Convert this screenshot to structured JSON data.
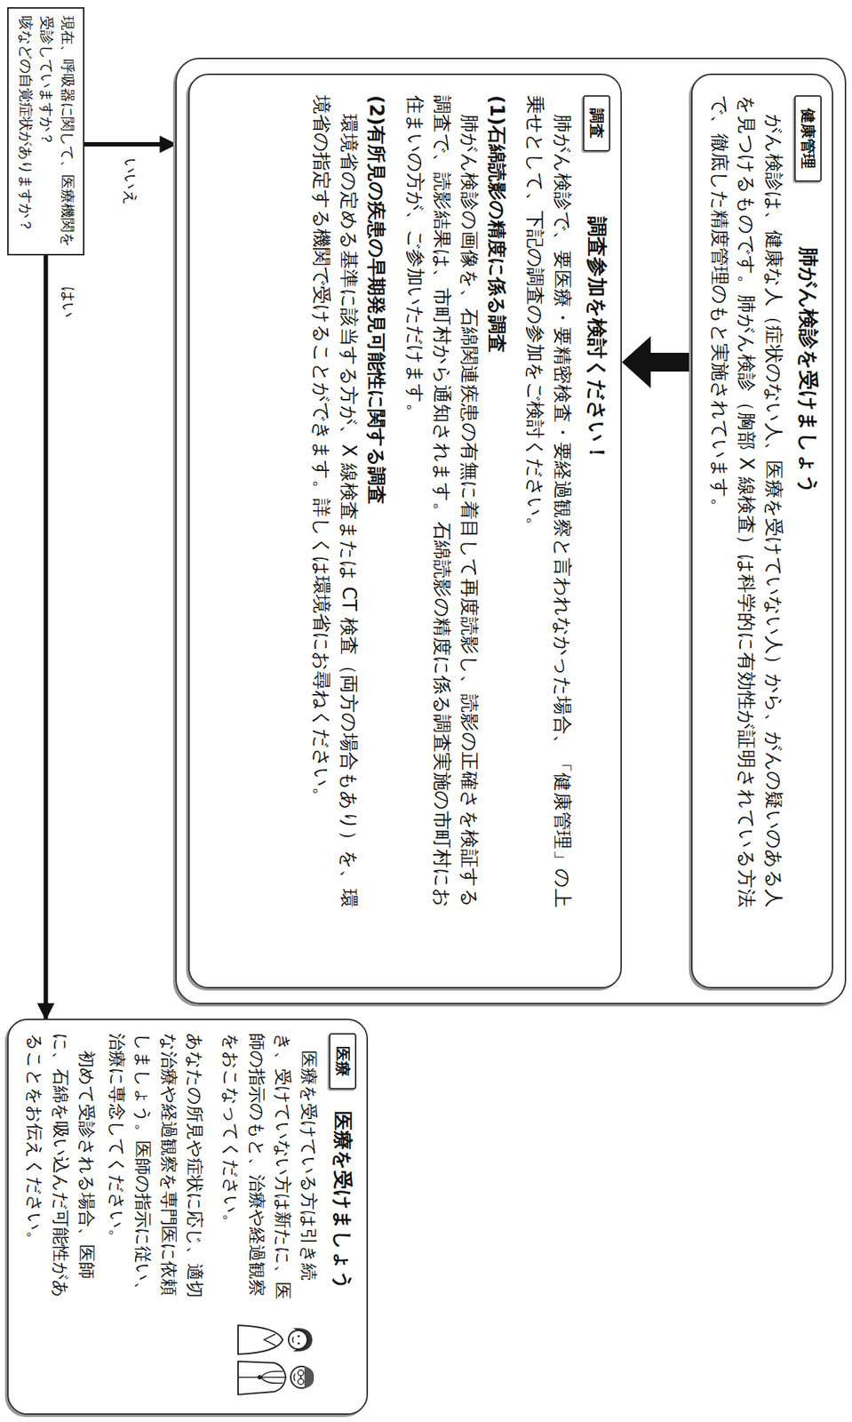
{
  "diagram": {
    "nodes": [
      {
        "text": [
          "現在、呼吸器に関して、医療機関を受診していますか？",
          "咳などの自覚症状がありますか？"
        ]
      },
      {
        "text": []
      },
      {
        "text": [
          "健康管理",
          "肺がん検診を受けましょう",
          "がん検診は、健康な人（症状のない人、医療を受けていない人）から、がんの疑いのある人を見つけるものです。肺がん検診（胸部 X 線検査）は科学的に有効性が証明されている方法で、徹底した精度管理のもと実施されています。"
        ],
        "in": 1
      },
      {
        "text": [
          "調査",
          "調査参加を検討ください！",
          "肺がん検診で、要医療・要精密検査・要経過観察と言われなかった場合、「健康管理」の上乗せとして、下記の調査の参加をご検討ください。",
          "(1)石綿読影の精度に係る調査",
          "肺がん検診の画像を、石綿関連疾患の有無に着目して再度読影し、読影の正確さを検証する調査で、読影結果は、市町村から通知されます。石綿読影の精度に係る調査実施の市町村にお住まいの方が、ご参加いただけます。",
          "(2)有所見の疾患の早期発見可能性に関する調査",
          "環境省の定める基準に該当する方が、X 線検査または CT 検査（両方の場合もあり）を、環境省の指定する機関で受けることができます。詳しくは環境省にお尋ねください。"
        ],
        "in": 1
      },
      {
        "text": [
          "医療",
          "医療を受けましょう",
          "医療を受けている方は引き続き、受けていない方は新たに、医師の指示のもと、治療や経過観察をおこなってください。",
          "あなたの所見や症状に応じ、適切な治療や経過観察を専門医に依頼しましょう。医師の指示に従い、治療に専念してください。",
          "初めて受診される場合、医師に、石綿を吸い込んだ可能性があることをお伝えください。"
        ]
      }
    ],
    "edges": [
      {
        "from": 0,
        "to": 4,
        "label": "はい",
        "arrow": "to"
      },
      {
        "from": 0,
        "to": 1,
        "label": "いいえ",
        "arrow": "to"
      },
      {
        "from": 2,
        "to": 3,
        "arrow": "to"
      }
    ]
  }
}
